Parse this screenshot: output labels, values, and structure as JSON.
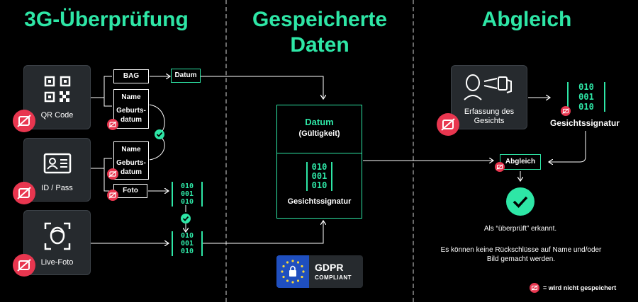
{
  "columns": {
    "check": {
      "title": "3G-Überprüfung"
    },
    "stored": {
      "title_line1": "Gespeicherte",
      "title_line2": "Daten"
    },
    "match": {
      "title": "Abgleich"
    }
  },
  "sources": [
    {
      "label": "QR Code",
      "icon": "qr-code-icon"
    },
    {
      "label": "ID / Pass",
      "icon": "id-card-icon"
    },
    {
      "label": "Live-Foto",
      "icon": "face-scan-icon"
    }
  ],
  "fields": {
    "bag": "BAG",
    "datum": "Datum",
    "name1": "Name",
    "geb1_line1": "Geburts-",
    "geb1_line2": "datum",
    "name2": "Name",
    "geb2_line1": "Geburts-",
    "geb2_line2": "datum",
    "foto": "Foto"
  },
  "binary_code": [
    "010",
    "001",
    "010"
  ],
  "storage": {
    "datum": "Datum",
    "validity": "(Gültigkeit)",
    "signature": "Gesichtssignatur"
  },
  "gdpr": {
    "line1": "GDPR",
    "line2": "COMPLIANT"
  },
  "matching": {
    "capture_line1": "Erfassung des",
    "capture_line2": "Gesichts",
    "signature": "Gesichtssignatur",
    "match_label": "Abgleich",
    "result": "Als “überprüft” erkannt.",
    "note_line1": "Es können keine Rückschlüsse auf Name und/oder",
    "note_line2": "Bild gemacht werden.",
    "legend": "= wird nicht gespeichert"
  },
  "colors": {
    "accent": "#2ee6a6",
    "not_stored": "#e8364f",
    "gdpr_blue": "#1f4fbf"
  }
}
